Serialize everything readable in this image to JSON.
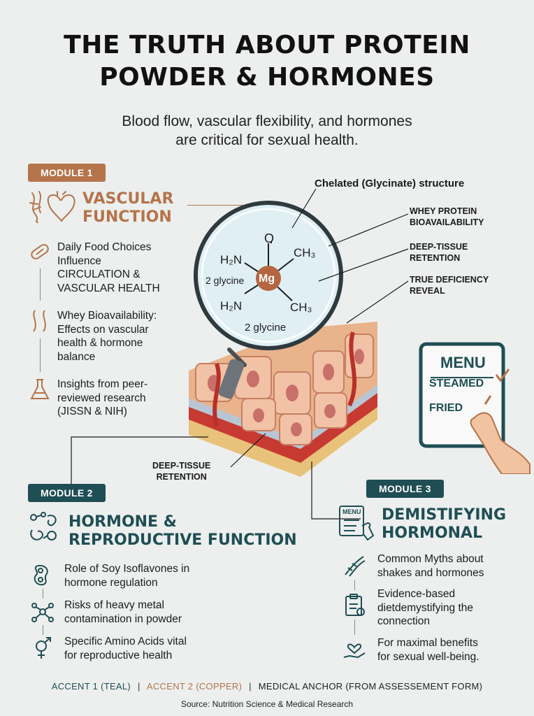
{
  "title": {
    "line1": "THE TRUTH ABOUT PROTEIN",
    "line2": "POWDER & HORMONES"
  },
  "subtitle": {
    "line1": "Blood flow, vascular flexibility, and hormones",
    "line2": "are critical for sexual health."
  },
  "module1": {
    "badge": "MODULE 1",
    "title_line1": "VASCULAR",
    "title_line2": "FUNCTION",
    "items": [
      {
        "l1": "Daily Food Choices",
        "l2": "Influence",
        "l3": "CIRCULATION &",
        "l4": "VASCULAR HEALTH"
      },
      {
        "l1": "Whey Bioavailability:",
        "l2": "Effects on vascular",
        "l3": "health & hormone",
        "l4": "balance"
      },
      {
        "l1": "Insights from peer-",
        "l2": "reviewed research",
        "l3": "(JISSN & NIH)"
      }
    ]
  },
  "center": {
    "chelated_label": "Chelated (Glycinate) structure",
    "callouts": [
      {
        "l1": "WHEY PROTEIN",
        "l2": "BIOAVAILABILITY"
      },
      {
        "l1": "DEEP-TISSUE",
        "l2": "RETENTION"
      },
      {
        "l1": "TRUE DEFICIENCY",
        "l2": "REVEAL"
      }
    ],
    "bottom_callout": {
      "l1": "DEEP-TISSUE",
      "l2": "RETENTION"
    },
    "molecule": {
      "o": "O",
      "h2n_top": "H₂N",
      "ch3_top": "CH₃",
      "mg": "Mg",
      "glycine_left": "2 glycine",
      "h2n_bottom": "H₂N",
      "ch3_bottom": "CH₃",
      "glycine_bottom": "2 glycine"
    }
  },
  "menu_card": {
    "title": "MENU",
    "item1": "STEAMED",
    "item2": "FRIED"
  },
  "module2": {
    "badge": "MODULE 2",
    "title_line1": "HORMONE &",
    "title_line2": "REPRODUCTIVE FUNCTION",
    "items": [
      {
        "l1": "Role of Soy Isoflavones in",
        "l2": "hormone regulation"
      },
      {
        "l1": "Risks of heavy metal",
        "l2": "contamination in powder"
      },
      {
        "l1": "Specific Amino Acids vital",
        "l2": "for reproductive health"
      }
    ]
  },
  "module3": {
    "badge": "MODULE 3",
    "title_line1": "DEMISTIFYING",
    "title_line2": "HORMONAL",
    "icon_text": "MENU",
    "items": [
      {
        "l1": "Common Myths about",
        "l2": "shakes and hormones"
      },
      {
        "l1": "Evidence-based",
        "l2": "dietdemystifying the",
        "l3": "connection"
      },
      {
        "l1": "For maximal benefits",
        "l2": "for sexual well-being."
      }
    ]
  },
  "legend": {
    "accent1": "ACCENT 1 (TEAL)",
    "sep1": "|",
    "accent2": "ACCENT 2 (COPPER)",
    "sep2": "|",
    "anchor": "MEDICAL ANCHOR (FROM ASSESSEMENT FORM)"
  },
  "source": "Source: Nutrition Science & Medical Research",
  "colors": {
    "teal": "#1f4e54",
    "copper": "#b5744a",
    "background": "#ecefee"
  }
}
